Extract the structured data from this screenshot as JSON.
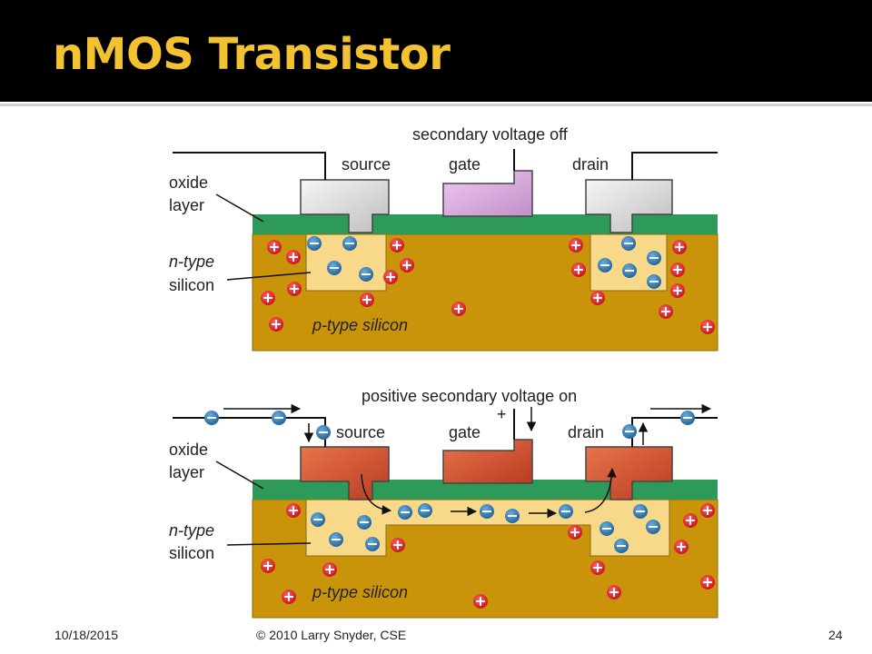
{
  "slide": {
    "title": "nMOS Transistor",
    "footer_date": "10/18/2015",
    "footer_copyright": "© 2010 Larry Snyder, CSE",
    "page_number": "24"
  },
  "diagram": {
    "top": {
      "caption": "secondary voltage off",
      "source": "source",
      "gate": "gate",
      "drain": "drain",
      "oxide": [
        "oxide",
        "layer"
      ],
      "ntype": [
        "n-type",
        "silicon"
      ],
      "ptype": "p-type silicon"
    },
    "bottom": {
      "caption": "positive secondary voltage on",
      "source": "source",
      "gate": "gate",
      "drain": "drain",
      "oxide": [
        "oxide",
        "layer"
      ],
      "ntype": [
        "n-type",
        "silicon"
      ],
      "ptype": "p-type silicon",
      "gate_sign": "+"
    }
  },
  "colors": {
    "title": "#f2c230",
    "substrate": "#c9940a",
    "oxide": "#2e9a5a",
    "n_region": "#f8d98a",
    "gate_off": "#d8a8d8",
    "electrode_off": "#dcdcdc",
    "electrode_on": "#d65a3a",
    "electron": "#2a6fa8",
    "hole": "#e0202a"
  }
}
